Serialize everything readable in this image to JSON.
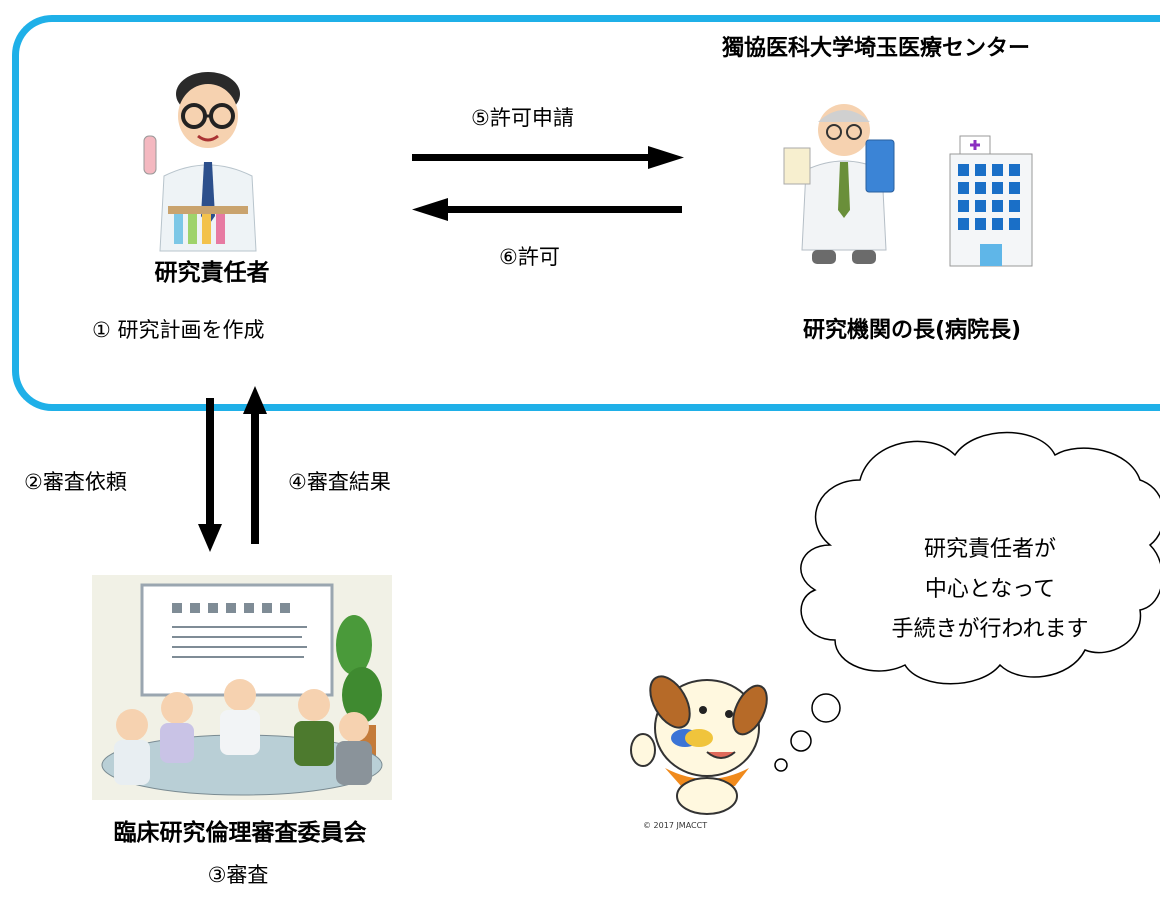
{
  "institution_name": "獨協医科大学埼玉医療センター",
  "researcher": {
    "label": "研究責任者",
    "step1": "①  研究計画を作成"
  },
  "head": {
    "label": "研究機関の長(病院長)"
  },
  "committee": {
    "label": "臨床研究倫理審査委員会",
    "step3": "③審査"
  },
  "arrows": {
    "step2": "②審査依頼",
    "step4": "④審査結果",
    "step5": "⑤許可申請",
    "step6": "⑥許可"
  },
  "bubble": {
    "line1": "研究責任者が",
    "line2": "中心となって",
    "line3": "手続きが行われます"
  },
  "copyright": "© 2017 JMACCT",
  "colors": {
    "frame": "#1fb0e8",
    "arrow": "#000000"
  }
}
